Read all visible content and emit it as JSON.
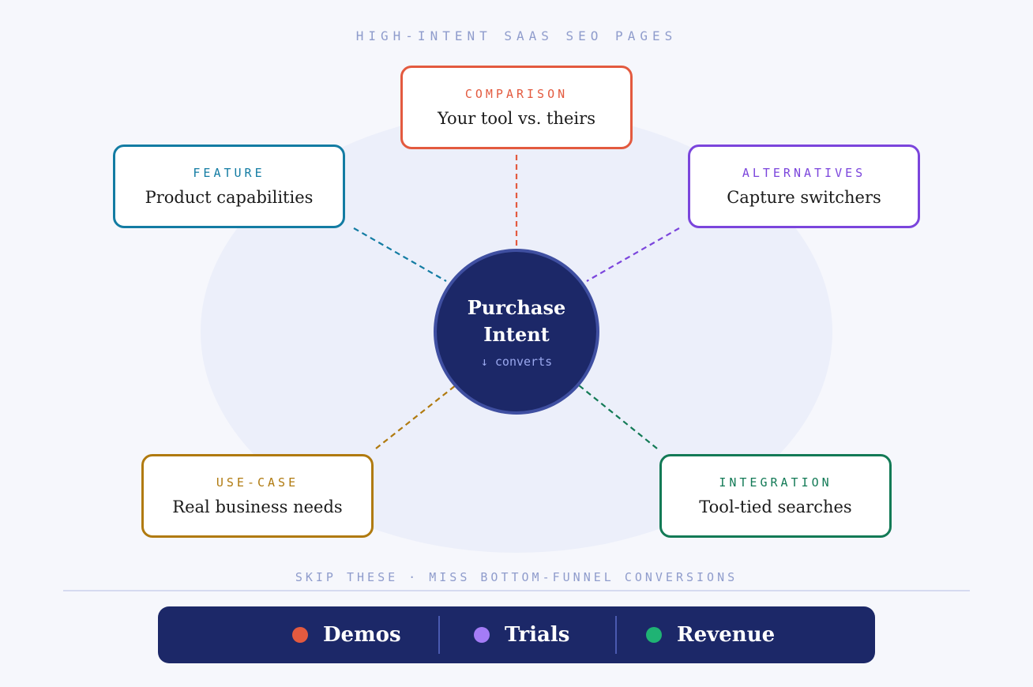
{
  "heading": "HIGH-INTENT SAAS SEO PAGES",
  "hub": {
    "title": "Purchase Intent",
    "subtitle": "↓ converts",
    "color": "#1c2868"
  },
  "nodes": [
    {
      "kicker": "COMPARISON",
      "text": "Your tool vs. theirs",
      "color": "#e35a3f"
    },
    {
      "kicker": "FEATURE",
      "text": "Product capabilities",
      "color": "#137ca3"
    },
    {
      "kicker": "ALTERNATIVES",
      "text": "Capture switchers",
      "color": "#7b45dc"
    },
    {
      "kicker": "USE-CASE",
      "text": "Real business needs",
      "color": "#b07a0f"
    },
    {
      "kicker": "INTEGRATION",
      "text": "Tool-tied searches",
      "color": "#137a56"
    }
  ],
  "footer_note": "SKIP THESE · MISS BOTTOM-FUNNEL CONVERSIONS",
  "outcomes": [
    {
      "label": "Demos",
      "color": "#e35a3f"
    },
    {
      "label": "Trials",
      "color": "#a47cf6"
    },
    {
      "label": "Revenue",
      "color": "#1fb374"
    }
  ]
}
